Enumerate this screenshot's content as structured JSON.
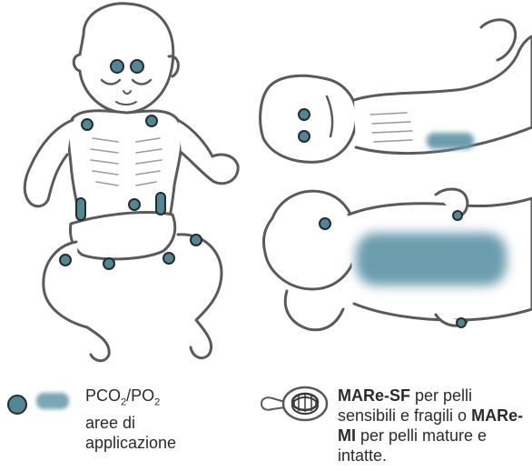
{
  "legend": {
    "areas": {
      "pco2": "PCO",
      "sub2a": "2",
      "slash": "/",
      "po2": "PO",
      "sub2b": "2",
      "line2": "aree di",
      "line3": "applicazione"
    },
    "sensors": {
      "sf_name": "MARe-SF",
      "sf_desc": " per pelli sensibili e fragili o ",
      "mi_name": "MARe-MI",
      "mi_desc": " per pelli mature e intatte."
    }
  },
  "colors": {
    "marker": "#4f8796",
    "outline": "#5a5a5a",
    "area": "#6c9dad"
  },
  "icons": [
    "round-sensor-marker",
    "diffuse-area-marker",
    "sensor-ring-icon"
  ]
}
